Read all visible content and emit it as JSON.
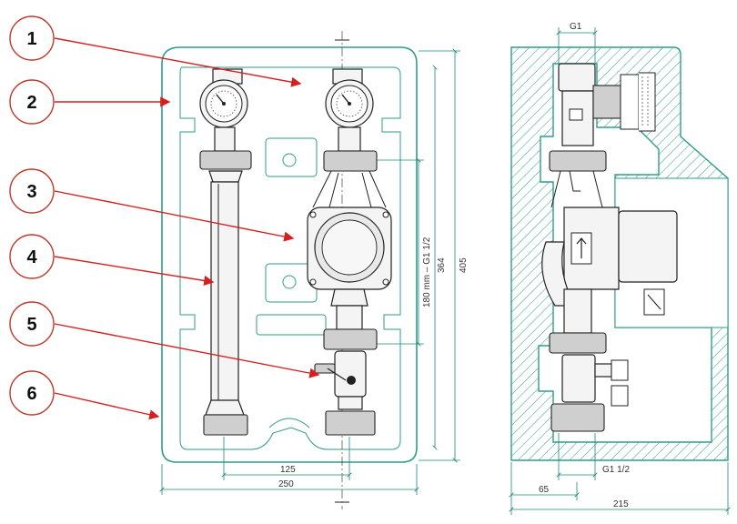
{
  "callouts": [
    {
      "id": "1",
      "label": "1"
    },
    {
      "id": "2",
      "label": "2"
    },
    {
      "id": "3",
      "label": "3"
    },
    {
      "id": "4",
      "label": "4"
    },
    {
      "id": "5",
      "label": "5"
    },
    {
      "id": "6",
      "label": "6"
    }
  ],
  "dimensions": {
    "width_250": "250",
    "width_125": "125",
    "height_405": "405",
    "height_364": "364",
    "pump_180": "180 mm – G1 1/2",
    "g1_top": "G1",
    "g1_half_bottom": "G1  1/2",
    "side_65": "65",
    "side_215": "215"
  },
  "colors": {
    "insulation": "#2e9e8a",
    "leader": "#d42020",
    "callout_circle": "#c0392b"
  },
  "icons": {
    "gauge": "thermometer-gauge-icon",
    "pump": "circulation-pump-icon",
    "valve": "ball-valve-icon"
  }
}
